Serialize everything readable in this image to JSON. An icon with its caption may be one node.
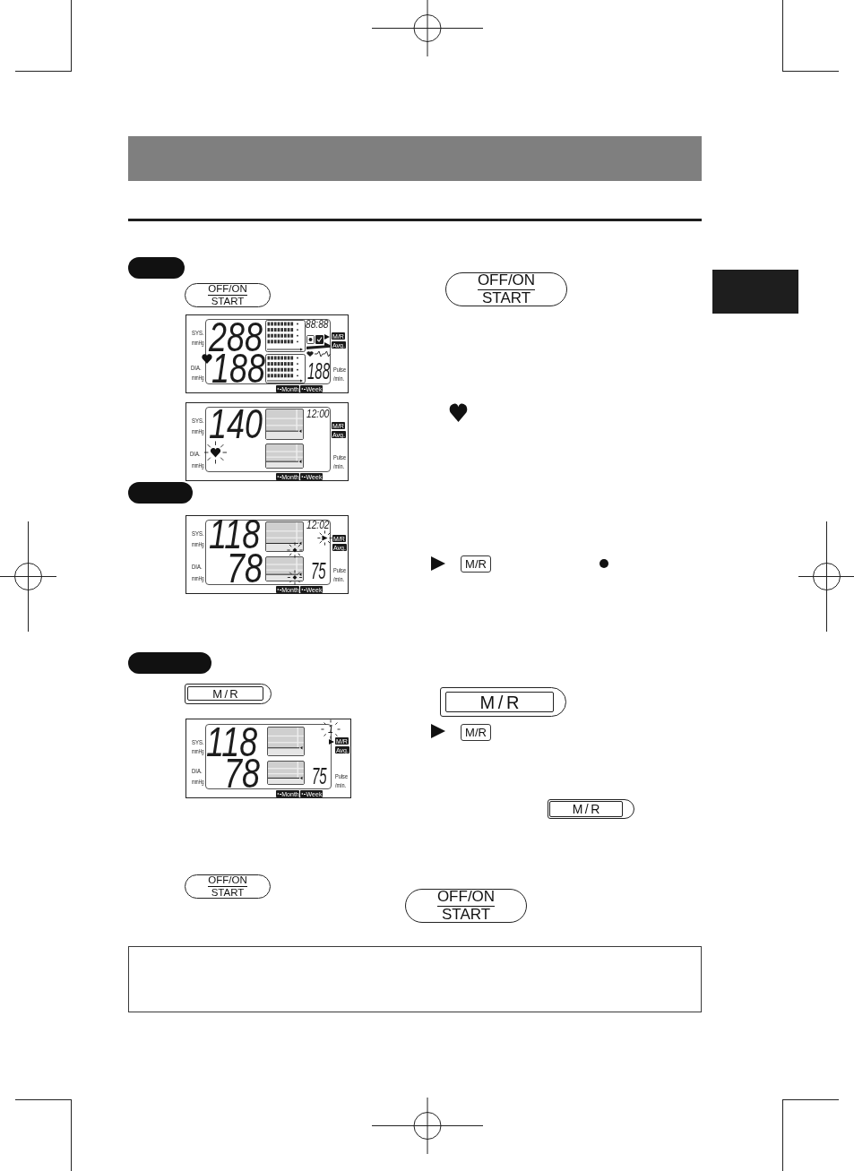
{
  "diagram": {
    "nodes": [
      {
        "text": [],
        "shape": "bar"
      },
      {
        "text": [],
        "shape": "pill"
      },
      {
        "text": [
          "OFF/ON",
          "START"
        ]
      },
      {
        "text": [],
        "shape": "box"
      },
      {
        "text": [
          "OFF/ON",
          "START"
        ]
      },
      {
        "text": [
          "SYS.",
          "mmHg",
          "DIA.",
          "mmHg",
          "288",
          "188",
          "88:88",
          "188",
          "Pulse",
          "/min."
        ]
      },
      {
        "text": [
          "M/R"
        ],
        "in": 5
      },
      {
        "text": [
          "Avg."
        ],
        "in": 5
      },
      {
        "text": [
          "Month"
        ],
        "in": 5
      },
      {
        "text": [
          "Week"
        ],
        "in": 5
      },
      {
        "text": [
          "SYS.",
          "mmHg",
          "DIA.",
          "mmHg",
          "140",
          "12:00",
          "Pulse",
          "/min."
        ]
      },
      {
        "text": [
          "M/R"
        ],
        "in": 10
      },
      {
        "text": [
          "Avg."
        ],
        "in": 10
      },
      {
        "text": [
          "Month"
        ],
        "in": 10
      },
      {
        "text": [
          "Week"
        ],
        "in": 10
      },
      {
        "text": [],
        "shape": "pill"
      },
      {
        "text": [
          "SYS.",
          "mmHg",
          "DIA.",
          "mmHg",
          "118",
          "78",
          "12:02",
          "75",
          "Pulse",
          "/min."
        ]
      },
      {
        "text": [
          "M/R"
        ],
        "in": 16
      },
      {
        "text": [
          "Avg."
        ],
        "in": 16
      },
      {
        "text": [
          "Month"
        ],
        "in": 16
      },
      {
        "text": [
          "Week"
        ],
        "in": 16
      },
      {
        "text": [
          "M/R"
        ]
      },
      {
        "text": [],
        "shape": "pill"
      },
      {
        "text": [
          "M/R"
        ]
      },
      {
        "text": [
          "M/R"
        ]
      },
      {
        "text": [
          "SYS.",
          "mmHg",
          "DIA.",
          "mmHg",
          "118",
          "78",
          "1",
          "75",
          "Pulse",
          "/min."
        ]
      },
      {
        "text": [
          "M/R"
        ],
        "in": 25
      },
      {
        "text": [
          "Avg."
        ],
        "in": 25
      },
      {
        "text": [
          "Month"
        ],
        "in": 25
      },
      {
        "text": [
          "Week"
        ],
        "in": 25
      },
      {
        "text": [
          "M/R"
        ]
      },
      {
        "text": [
          "M/R"
        ]
      },
      {
        "text": [
          "OFF/ON",
          "START"
        ]
      },
      {
        "text": [
          "OFF/ON",
          "START"
        ]
      },
      {
        "text": [],
        "shape": "box"
      }
    ]
  }
}
